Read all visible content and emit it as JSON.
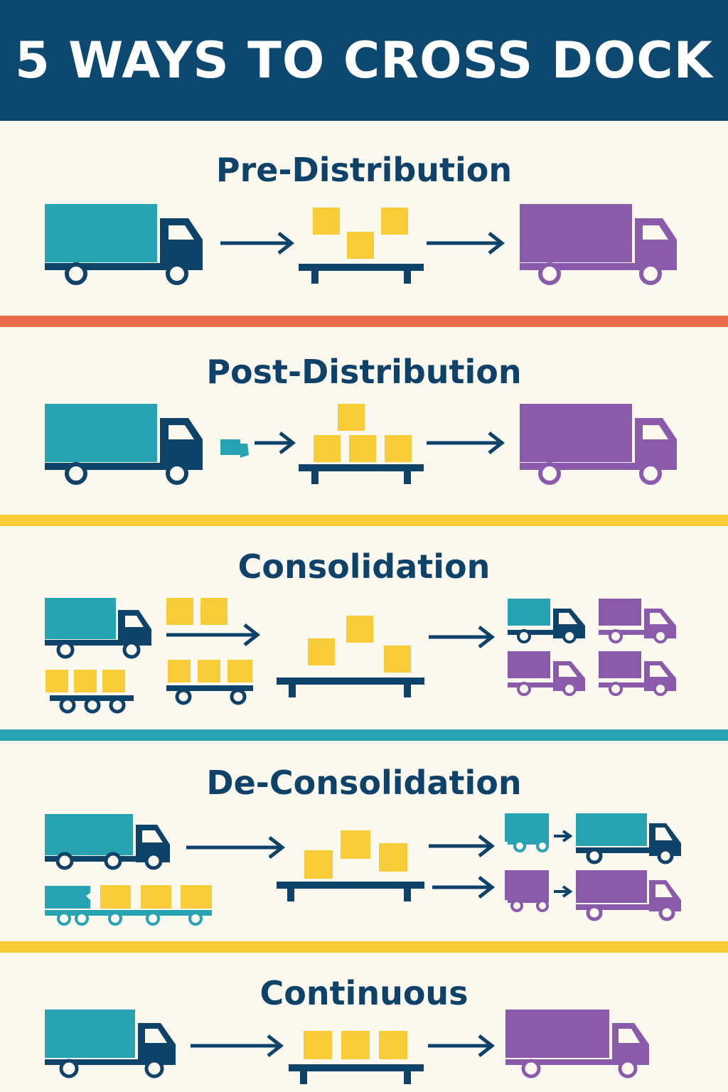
{
  "title": "5 WAYS TO CROSS DOCK",
  "colors": {
    "navy": "#0f4268",
    "teal": "#27a3b1",
    "purple": "#8a5aab",
    "yellow": "#f7cd3a",
    "orange": "#e96d4c",
    "background": "#fbf8f0"
  },
  "sections": [
    {
      "label": "Pre-Distribution"
    },
    {
      "label": "Post-Distribution"
    },
    {
      "label": "Consolidation"
    },
    {
      "label": "De-Consolidation"
    },
    {
      "label": "Continuous"
    }
  ],
  "dividers": [
    "orange",
    "yellow",
    "teal",
    "yellow"
  ]
}
